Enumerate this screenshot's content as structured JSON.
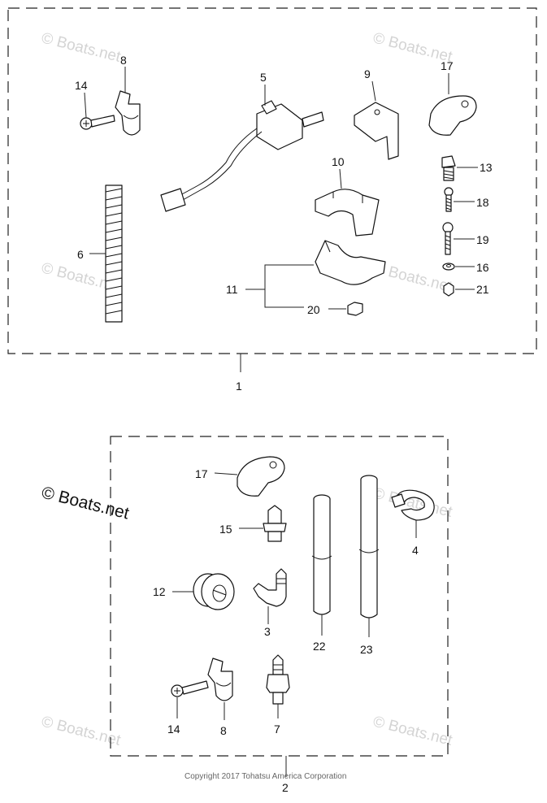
{
  "watermarks": {
    "text": "© Boats.net",
    "prominent": "© Boats.net"
  },
  "copyright": "Copyright 2017 Tohatsu America Corporation",
  "kit_top": {
    "callout": "1",
    "parts": {
      "p8": "8",
      "p14": "14",
      "p5": "5",
      "p9": "9",
      "p17": "17",
      "p10": "10",
      "p13": "13",
      "p18": "18",
      "p6": "6",
      "p19": "19",
      "p16": "16",
      "p11": "11",
      "p21": "21",
      "p20": "20"
    }
  },
  "kit_bottom": {
    "callout": "2",
    "parts": {
      "p17": "17",
      "p15": "15",
      "p4": "4",
      "p12": "12",
      "p3": "3",
      "p22": "22",
      "p23": "23",
      "p14": "14",
      "p8": "8",
      "p7": "7"
    }
  }
}
